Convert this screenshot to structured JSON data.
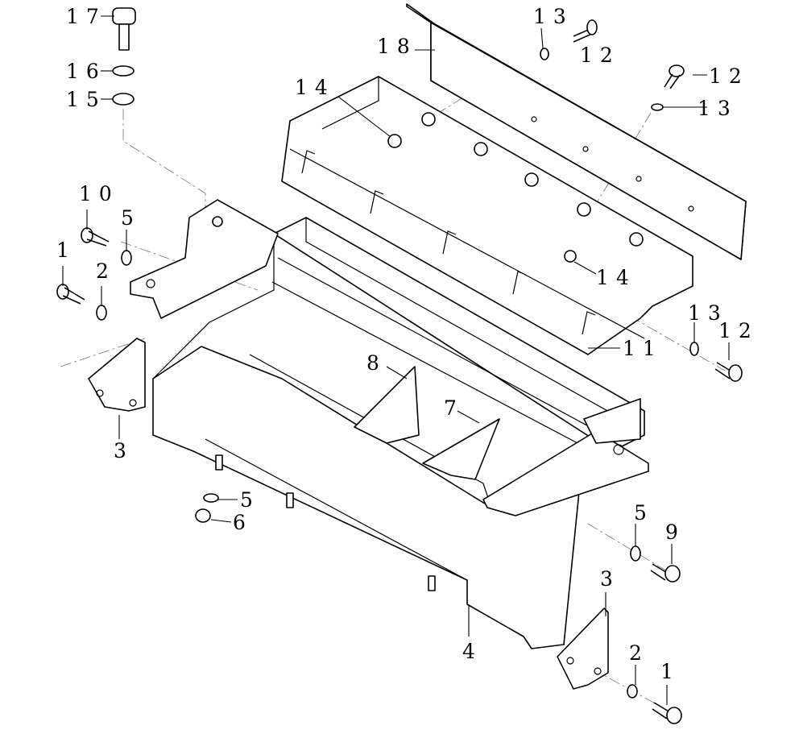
{
  "diagram": {
    "title": "Exploded parts view – frame assembly",
    "callouts": [
      {
        "id": "c17",
        "text": "17"
      },
      {
        "id": "c16",
        "text": "16"
      },
      {
        "id": "c15",
        "text": "15"
      },
      {
        "id": "c18",
        "text": "18"
      },
      {
        "id": "c13a",
        "text": "13"
      },
      {
        "id": "c12a",
        "text": "12"
      },
      {
        "id": "c12b",
        "text": "12"
      },
      {
        "id": "c13b",
        "text": "13"
      },
      {
        "id": "c14a",
        "text": "14"
      },
      {
        "id": "c14b",
        "text": "14"
      },
      {
        "id": "c10",
        "text": "10"
      },
      {
        "id": "c5a",
        "text": "5"
      },
      {
        "id": "c1a",
        "text": "1"
      },
      {
        "id": "c2a",
        "text": "2"
      },
      {
        "id": "c13c",
        "text": "13"
      },
      {
        "id": "c12c",
        "text": "12"
      },
      {
        "id": "c11",
        "text": "11"
      },
      {
        "id": "c8",
        "text": "8"
      },
      {
        "id": "c7",
        "text": "7"
      },
      {
        "id": "c3a",
        "text": "3"
      },
      {
        "id": "c5b",
        "text": "5"
      },
      {
        "id": "c6",
        "text": "6"
      },
      {
        "id": "c5c",
        "text": "5"
      },
      {
        "id": "c9",
        "text": "9"
      },
      {
        "id": "c3b",
        "text": "3"
      },
      {
        "id": "c4",
        "text": "4"
      },
      {
        "id": "c2b",
        "text": "2"
      },
      {
        "id": "c1b",
        "text": "1"
      }
    ]
  }
}
